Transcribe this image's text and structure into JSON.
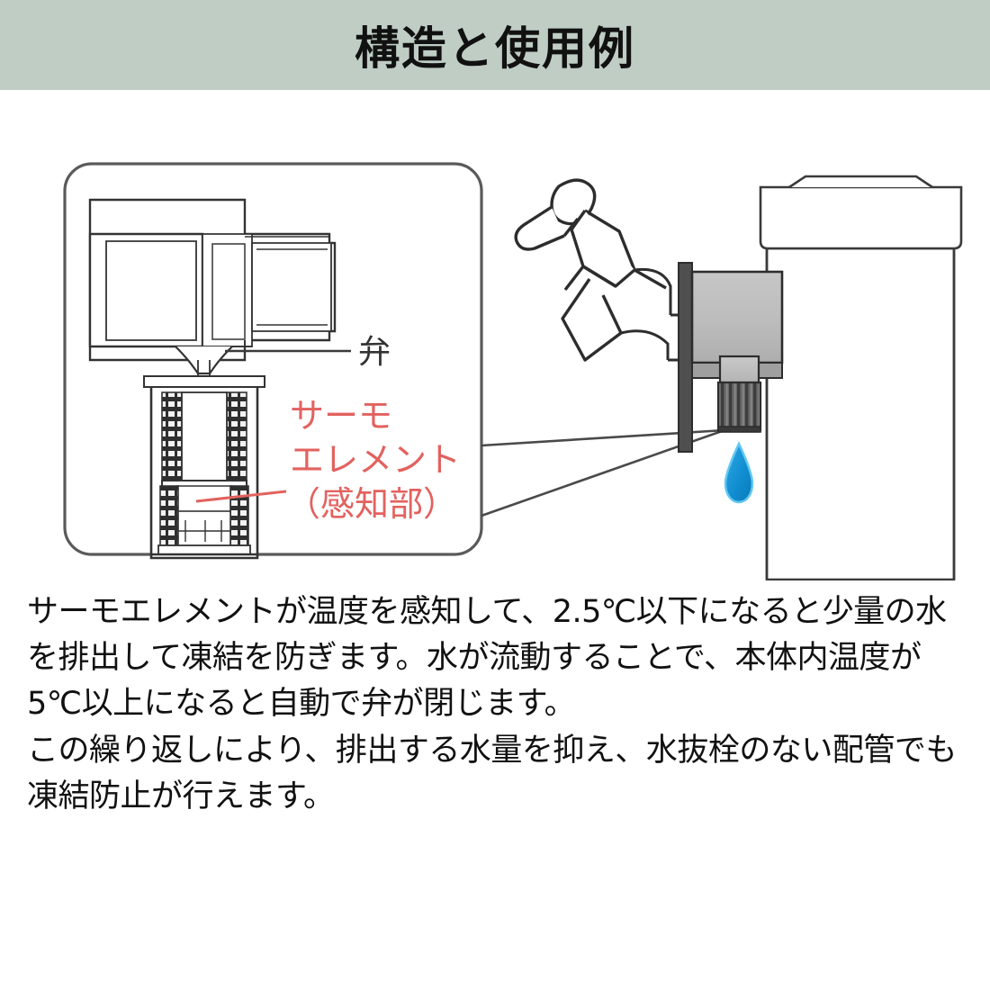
{
  "header": {
    "title": "構造と使用例",
    "background_color": "#bfcdc4",
    "text_color": "#111111"
  },
  "figure": {
    "name": "structure-and-usage-illustration",
    "callout_box": {
      "label": "valve-cross-section-callout",
      "border_color": "#4a4a4a"
    },
    "labels": [
      {
        "id": "valve",
        "text": "弁",
        "color": "#333333"
      },
      {
        "id": "thermo-line-1",
        "text": "サーモ",
        "color": "#e2625f"
      },
      {
        "id": "thermo-line-2",
        "text": "エレメント",
        "color": "#e2625f"
      },
      {
        "id": "thermo-line-3",
        "text": "（感知部）",
        "color": "#e2625f"
      }
    ],
    "parts": [
      {
        "id": "valve-cross-section",
        "label": "凍結防止弁断面図"
      },
      {
        "id": "outdoor-faucet",
        "label": "屋外水栓"
      },
      {
        "id": "faucet-handle",
        "label": "ハンドル"
      },
      {
        "id": "faucet-flange",
        "label": "フランジ"
      },
      {
        "id": "freeze-protection-valve-body",
        "label": "凍結防止弁本体"
      },
      {
        "id": "knurled-outlet-nut",
        "label": "吐水口ナット"
      },
      {
        "id": "water-drop",
        "label": "排水の水滴",
        "color": "#1b90d2"
      },
      {
        "id": "standpipe",
        "label": "立水栓柱"
      },
      {
        "id": "standpipe-cap",
        "label": "柱キャップ"
      }
    ],
    "colors": {
      "line": "#3a3a3a",
      "body_gray": "#b9b9b9",
      "dark_gray": "#5e5e5e",
      "water_blue": "#1b90d2"
    }
  },
  "body": {
    "paragraphs": [
      "サーモエレメントが温度を感知して、2.5℃以下になると少量の水を排出して凍結を防ぎます。水が流動することで、本体内温度が5℃以上になると自動で弁が閉じます。",
      "この繰り返しにより、排出する水量を抑え、水抜栓のない配管でも凍結防止が行えます。"
    ]
  }
}
